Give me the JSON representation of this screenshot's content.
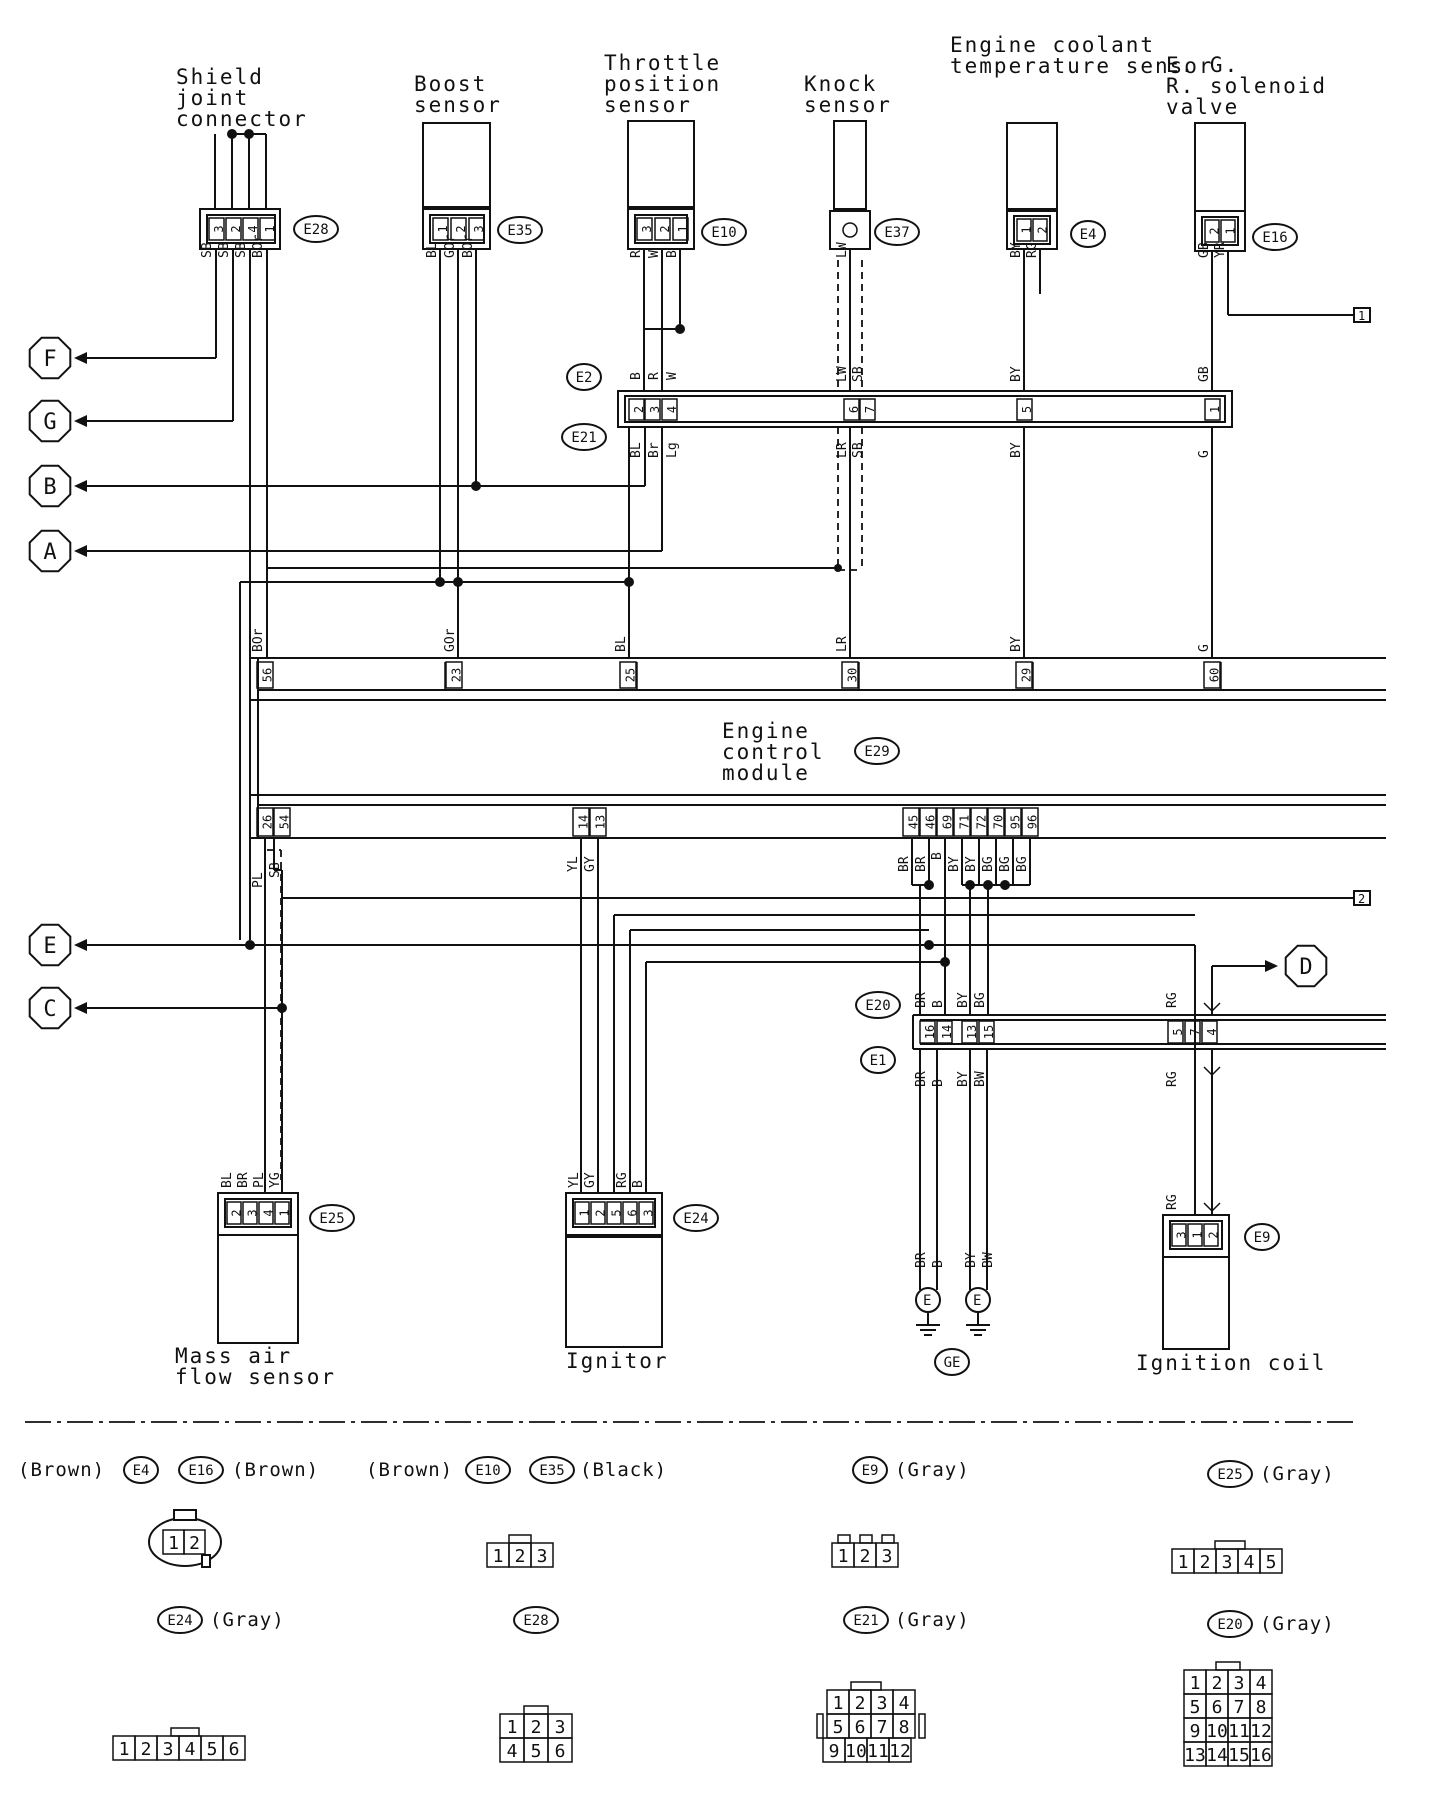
{
  "components": {
    "shield": "Shield joint connector",
    "boost": "Boost sensor",
    "throttle": "Throttle position sensor",
    "knock": "Knock sensor",
    "coolant": "Engine coolant temperature sensor",
    "egr": "E. G. R. solenoid valve",
    "ecm": "Engine control module",
    "maf": "Mass air flow sensor",
    "ignitor": "Ignitor",
    "coil": "Ignition coil"
  },
  "connector_ids": {
    "e28": "E28",
    "e35": "E35",
    "e10": "E10",
    "e37": "E37",
    "e4": "E4",
    "e16": "E16",
    "e2": "E2",
    "e21": "E21",
    "e29": "E29",
    "e20": "E20",
    "e1": "E1",
    "e25": "E25",
    "e24": "E24",
    "e9": "E9",
    "ge": "GE"
  },
  "terminals": {
    "F": "F",
    "G": "G",
    "B": "B",
    "A": "A",
    "E": "E",
    "C": "C",
    "D": "D",
    "ref1": "1",
    "ref2": "2",
    "ground": "E"
  },
  "pins": {
    "e28": [
      "3",
      "2",
      "4",
      "1"
    ],
    "e35": [
      "1",
      "2",
      "3"
    ],
    "e10": [
      "3",
      "2",
      "1"
    ],
    "e4": [
      "1",
      "2"
    ],
    "e16": [
      "2",
      "1"
    ],
    "e21_left": [
      "2",
      "3",
      "4"
    ],
    "e21_mid": [
      "6",
      "7"
    ],
    "e21_e4": "5",
    "e21_e16": "1",
    "ecm_top": [
      "56",
      "23",
      "25",
      "30",
      "29",
      "60"
    ],
    "ecm_bottom": [
      "26",
      "54",
      "14",
      "13",
      "45",
      "46",
      "69",
      "71",
      "72",
      "70",
      "95",
      "96"
    ],
    "e20": [
      "16",
      "14",
      "13",
      "15",
      "5",
      "7",
      "4"
    ],
    "e25": [
      "2",
      "3",
      "4",
      "1"
    ],
    "e24": [
      "1",
      "2",
      "5",
      "6",
      "3"
    ],
    "e9": [
      "3",
      "1",
      "2"
    ]
  },
  "wires": {
    "e28": [
      "SB",
      "SB",
      "SB",
      "BOr"
    ],
    "e35": [
      "BL",
      "GOr",
      "BOr"
    ],
    "e10": [
      "R",
      "W",
      "B"
    ],
    "e37": "LW",
    "e4": [
      "BY",
      "RG"
    ],
    "e16": [
      "GB",
      "YR"
    ],
    "e2": [
      "B",
      "R",
      "W",
      "LW",
      "SB",
      "BY",
      "GB"
    ],
    "e21": [
      "BL",
      "Br",
      "Lg",
      "LR",
      "SB",
      "BY",
      "G"
    ],
    "ecm_top": [
      "BOr",
      "GOr",
      "BL",
      "LR",
      "BY",
      "G"
    ],
    "ecm_pl": "PL",
    "ecm_sb": "SB",
    "ecm_ig": [
      "YL",
      "GY"
    ],
    "ecm_bot": [
      "BR",
      "BR",
      "B",
      "BY",
      "BY",
      "BG",
      "BG",
      "BG"
    ],
    "e20_top": [
      "BR",
      "B",
      "BY",
      "BG",
      "RG"
    ],
    "e1_bot": [
      "BR",
      "B",
      "BY",
      "BW",
      "RG"
    ],
    "e25": [
      "BL",
      "BR",
      "PL",
      "YG"
    ],
    "e24": [
      "YL",
      "GY",
      "RG",
      "B"
    ],
    "gnd1": [
      "BR",
      "B"
    ],
    "gnd2": [
      "BY",
      "BW"
    ],
    "e9": "RG"
  },
  "legend": {
    "row1": [
      {
        "pre": "(Brown)",
        "ids": [
          "E4",
          "E16"
        ],
        "post": "(Brown)"
      },
      {
        "pre": "(Brown)",
        "ids": [
          "E10",
          "E35"
        ],
        "post": "(Black)"
      },
      {
        "ids": [
          "E9"
        ],
        "post": "(Gray)"
      },
      {
        "ids": [
          "E25"
        ],
        "post": "(Gray)"
      }
    ],
    "row2": [
      {
        "ids": [
          "E24"
        ],
        "post": "(Gray)"
      },
      {
        "ids": [
          "E28"
        ]
      },
      {
        "ids": [
          "E21"
        ],
        "post": "(Gray)"
      },
      {
        "ids": [
          "E20"
        ],
        "post": "(Gray)"
      }
    ],
    "g_e4": [
      "1",
      "2"
    ],
    "g_e10": [
      "1",
      "2",
      "3"
    ],
    "g_e9": [
      "1",
      "2",
      "3"
    ],
    "g_e25": [
      "1",
      "2",
      "3",
      "4",
      "5"
    ],
    "g_e24": [
      "1",
      "2",
      "3",
      "4",
      "5",
      "6"
    ],
    "g_e28": [
      [
        "1",
        "2",
        "3"
      ],
      [
        "4",
        "5",
        "6"
      ]
    ],
    "g_e21": [
      [
        "1",
        "2",
        "3",
        "4"
      ],
      [
        "5",
        "6",
        "7",
        "8"
      ],
      [
        "9",
        "10",
        "11",
        "12"
      ]
    ],
    "g_e20": [
      [
        "1",
        "2",
        "3",
        "4"
      ],
      [
        "5",
        "6",
        "7",
        "8"
      ],
      [
        "9",
        "10",
        "11",
        "12"
      ],
      [
        "13",
        "14",
        "15",
        "16"
      ]
    ]
  }
}
